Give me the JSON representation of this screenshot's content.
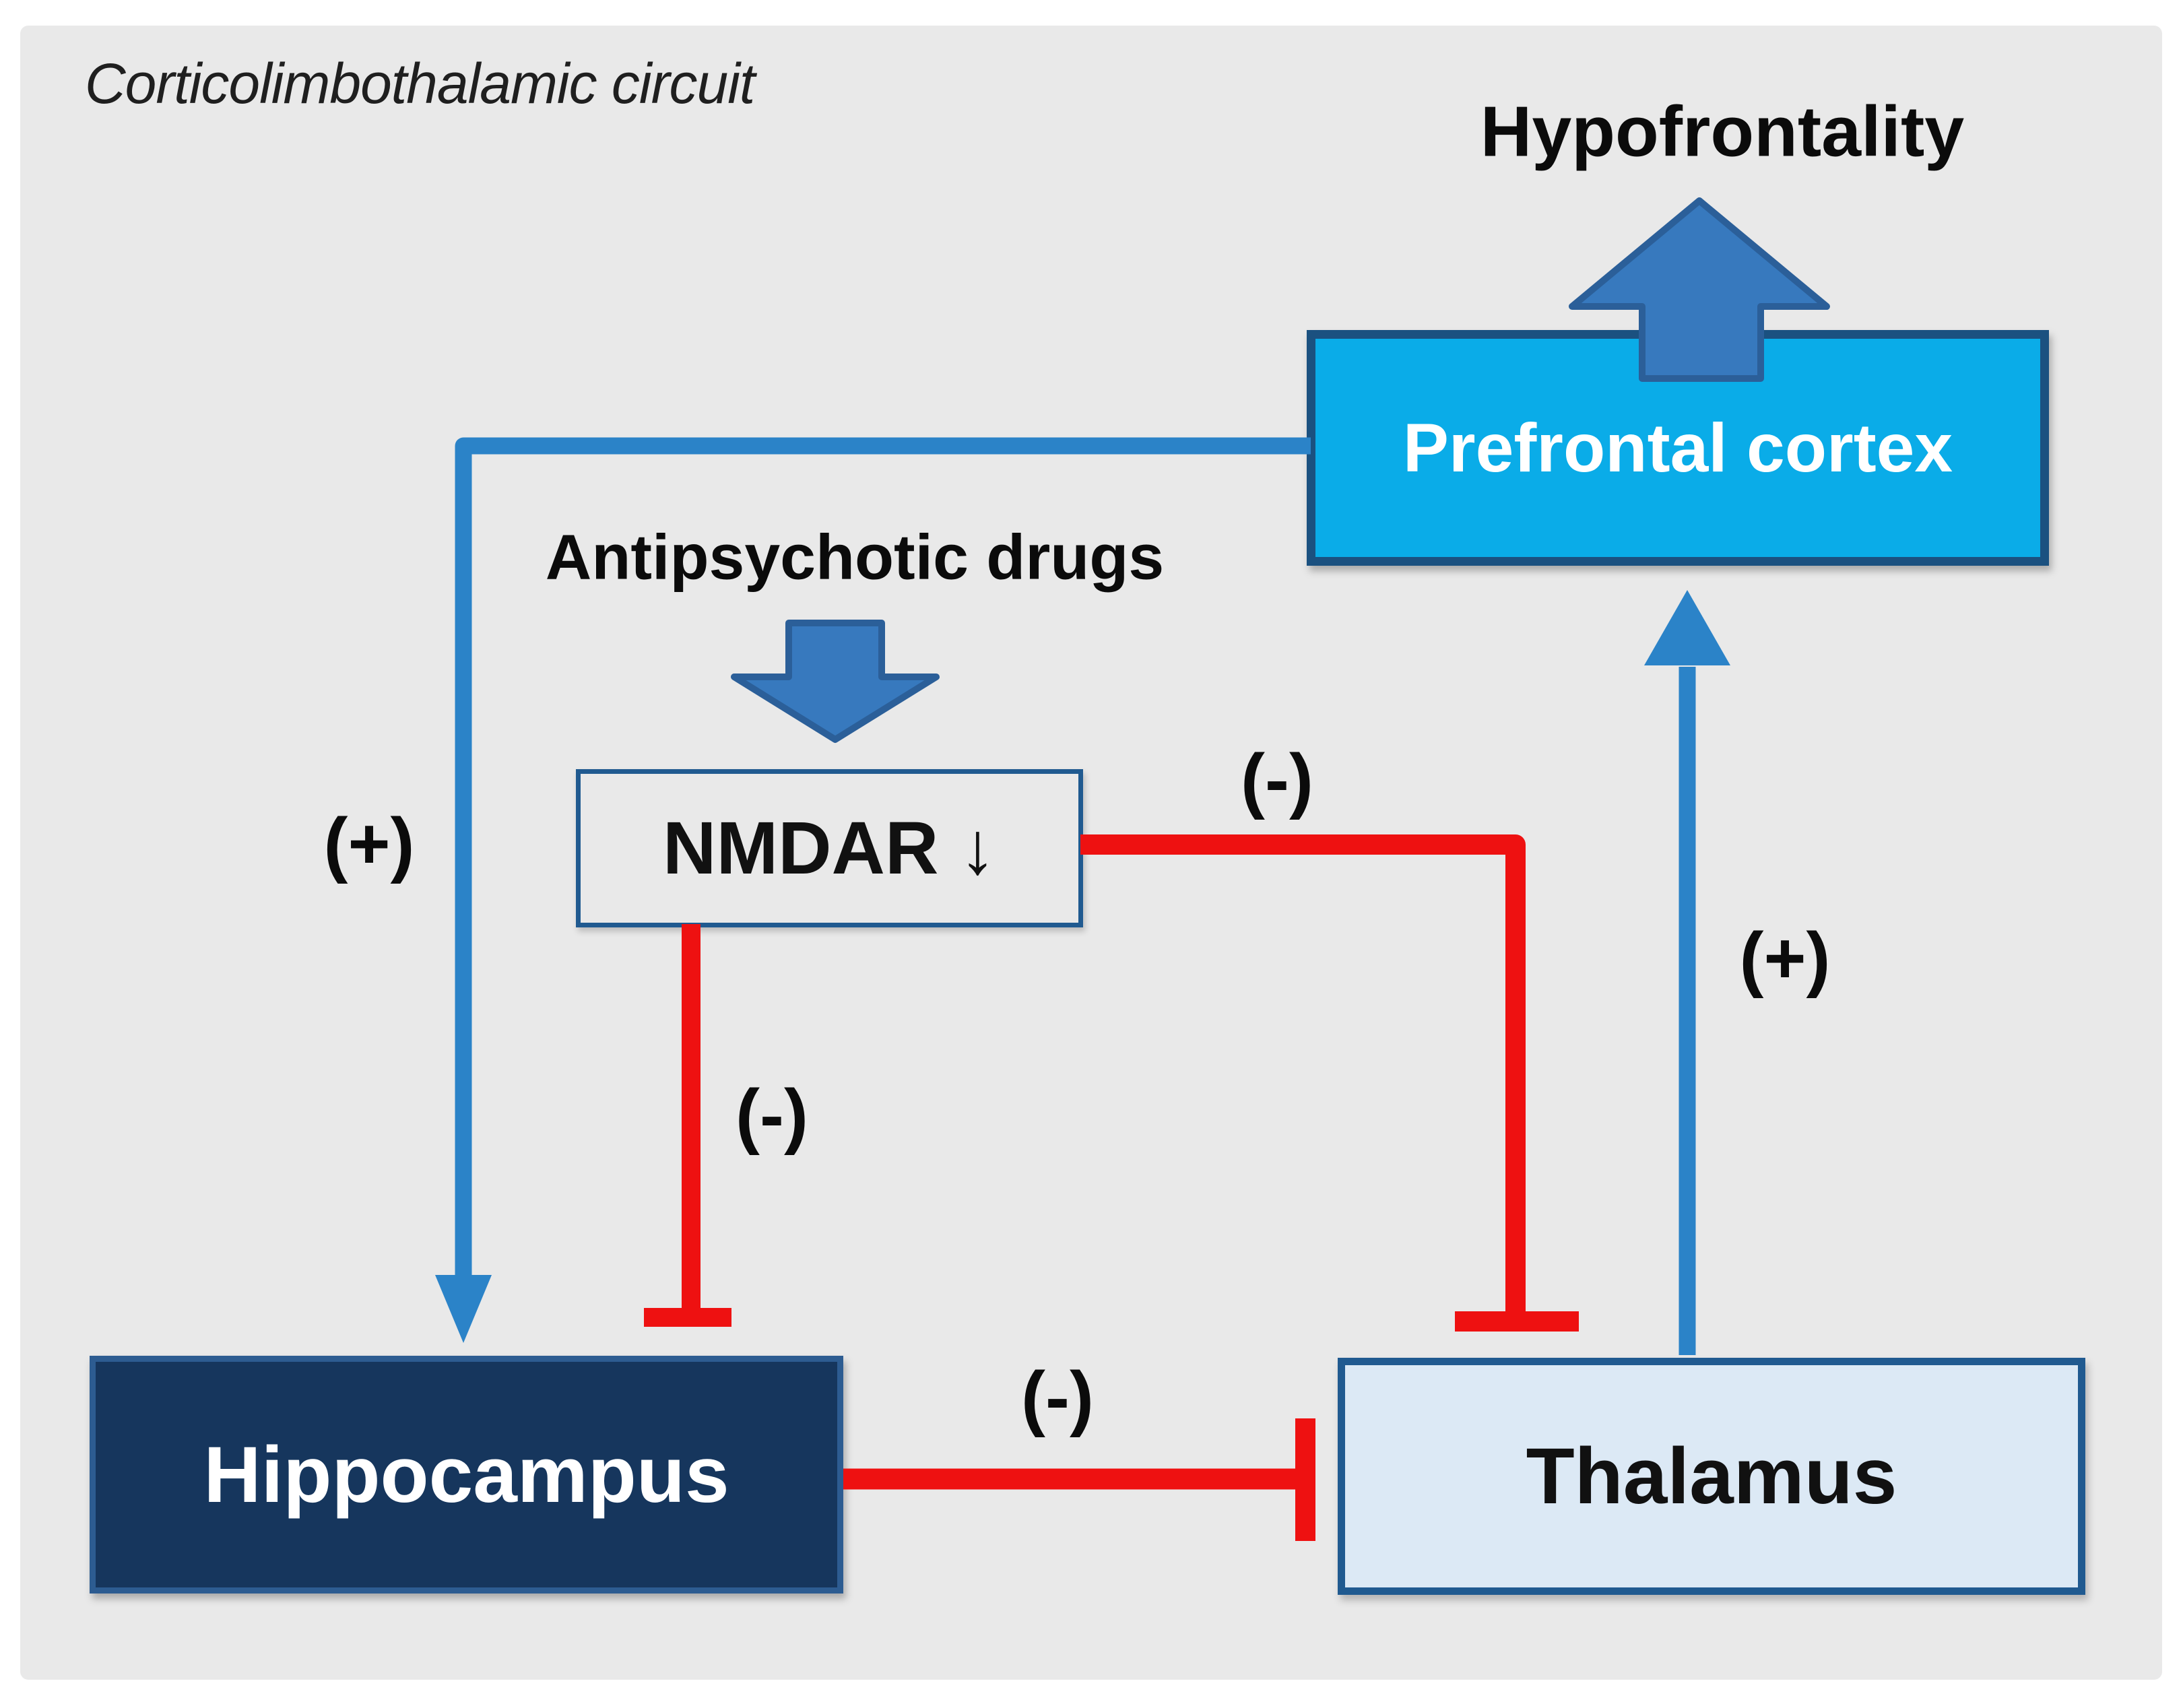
{
  "figure": {
    "title": "Corticolimbothalamic circuit",
    "outcome_label": "Hypofrontality",
    "drug_label": "Antipsychotic drugs",
    "nodes": {
      "prefrontal_cortex": {
        "label": "Prefrontal cortex"
      },
      "nmdar": {
        "label": "NMDAR ↓"
      },
      "hippocampus": {
        "label": "Hippocampus"
      },
      "thalamus": {
        "label": "Thalamus"
      }
    },
    "edges": [
      {
        "from": "Prefrontal cortex",
        "to": "Hippocampus",
        "sign": "(+)",
        "type": "excitatory-arrow"
      },
      {
        "from": "NMDAR ↓",
        "to": "Thalamus",
        "sign": "(-)",
        "type": "inhibitory-tbar"
      },
      {
        "from": "NMDAR ↓",
        "to": "Hippocampus",
        "sign": "(-)",
        "type": "inhibitory-tbar"
      },
      {
        "from": "Hippocampus",
        "to": "Thalamus",
        "sign": "(-)",
        "type": "inhibitory-tbar"
      },
      {
        "from": "Thalamus",
        "to": "Prefrontal cortex",
        "sign": "(+)",
        "type": "excitatory-arrow"
      },
      {
        "from": "Antipsychotic drugs",
        "to": "NMDAR ↓",
        "type": "block-arrow-down"
      },
      {
        "from": "Prefrontal cortex",
        "to": "Hypofrontality",
        "type": "block-arrow-up"
      }
    ],
    "colors": {
      "page_bg": "#ffffff",
      "canvas_bg": "#e9e9e9",
      "prefrontal_fill": "#0aace8",
      "prefrontal_border": "#1b5180",
      "hippocampus_fill": "#16365d",
      "hippocampus_border": "#2d5c91",
      "thalamus_fill": "#dce9f5",
      "thalamus_border": "#205a90",
      "nmdar_border": "#205a90",
      "excitatory_blue": "#2b83c8",
      "inhibitory_red": "#ee1111",
      "block_arrow_fill": "#3779be",
      "block_arrow_border": "#2b5f99",
      "text_dark": "#111111",
      "text_white": "#ffffff"
    }
  }
}
